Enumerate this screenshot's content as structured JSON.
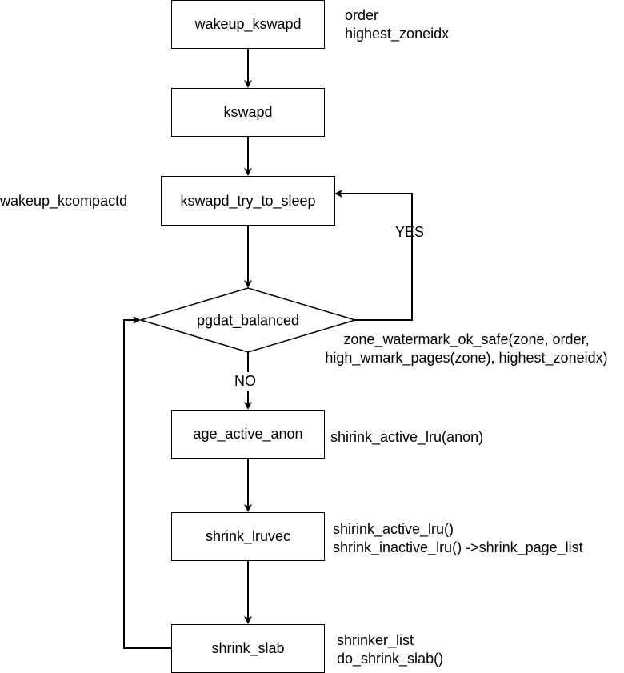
{
  "nodes": {
    "wakeup_kswapd": "wakeup_kswapd",
    "kswapd": "kswapd",
    "kswapd_try_to_sleep": "kswapd_try_to_sleep",
    "pgdat_balanced": "pgdat_balanced",
    "age_active_anon": "age_active_anon",
    "shrink_lruvec": "shrink_lruvec",
    "shrink_slab": "shrink_slab"
  },
  "annotations": {
    "wakeup_kswapd_args": [
      "order",
      "highest_zoneidx"
    ],
    "sleep_side": "wakeup_kcompactd",
    "balanced_condition": [
      "zone_watermark_ok_safe(zone, order,",
      "high_wmark_pages(zone), highest_zoneidx)"
    ],
    "age_active_anon_note": "shirink_active_lru(anon)",
    "shrink_lruvec_notes": [
      "shirink_active_lru()",
      "shrink_inactive_lru() ->shrink_page_list"
    ],
    "shrink_slab_notes": [
      "shrinker_list",
      "do_shrink_slab()"
    ]
  },
  "edge_labels": {
    "yes": "YES",
    "no": "NO"
  },
  "colors": {
    "stroke": "#000000",
    "fill": "#ffffff",
    "text": "#000000"
  }
}
